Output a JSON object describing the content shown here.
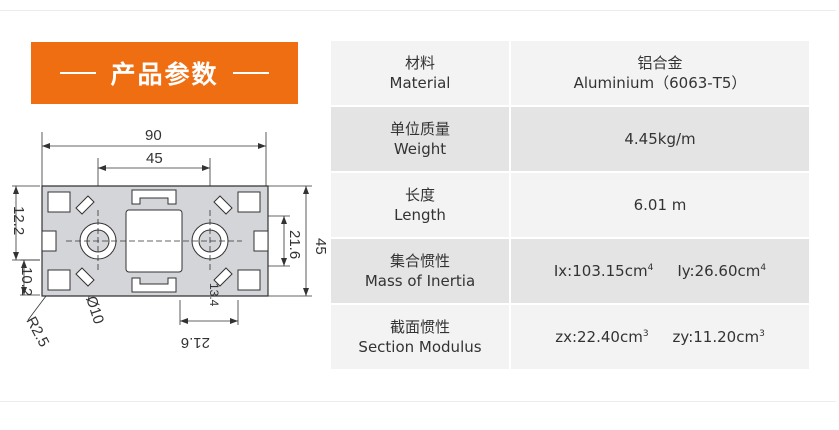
{
  "header": {
    "title": "产品参数"
  },
  "drawing": {
    "dims": {
      "w90": "90",
      "w45": "45",
      "h45": "45",
      "h21_6": "21.6",
      "h12_2": "12.2",
      "h10_2": "10.2",
      "d10": "Ø10",
      "r2_5": "R2.5",
      "v13_4": "13.4",
      "w21_6": "21.6"
    }
  },
  "specs": [
    {
      "label_cn": "材料",
      "label_en": "Material",
      "value_line1": "铝合金",
      "value_line2": "Aluminium（6063-T5）"
    },
    {
      "label_cn": "单位质量",
      "label_en": "Weight",
      "value": "4.45kg/m"
    },
    {
      "label_cn": "长度",
      "label_en": "Length",
      "value": "6.01 m"
    },
    {
      "label_cn": "集合惯性",
      "label_en": "Mass of Inertia",
      "v1": "Ix:103.15cm",
      "v1_sup": "4",
      "v2": "Iy:26.60cm",
      "v2_sup": "4"
    },
    {
      "label_cn": "截面惯性",
      "label_en": "Section Modulus",
      "v1": "zx:22.40cm",
      "v1_sup": "3",
      "v2": "zy:11.20cm",
      "v2_sup": "3"
    }
  ]
}
